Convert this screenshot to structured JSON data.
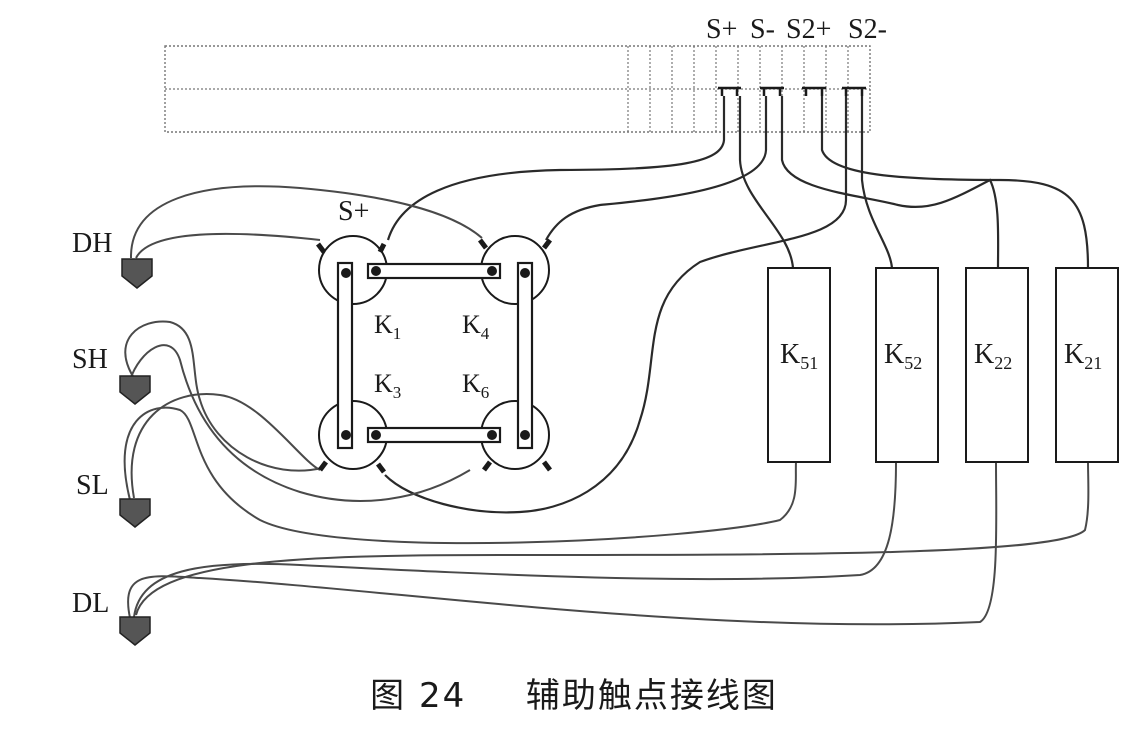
{
  "terminal_block": {
    "labels": [
      "S+",
      "S-",
      "S2+",
      "S2-"
    ]
  },
  "left_terminals": [
    "DH",
    "SH",
    "SL",
    "DL"
  ],
  "contacts": {
    "group_label": "S+",
    "k1": {
      "base": "K",
      "sub": "1"
    },
    "k4": {
      "base": "K",
      "sub": "4"
    },
    "k3": {
      "base": "K",
      "sub": "3"
    },
    "k6": {
      "base": "K",
      "sub": "6"
    }
  },
  "relays": [
    {
      "base": "K",
      "sub": "51"
    },
    {
      "base": "K",
      "sub": "52"
    },
    {
      "base": "K",
      "sub": "22"
    },
    {
      "base": "K",
      "sub": "21"
    }
  ],
  "caption": {
    "number": "图 24",
    "title": "辅助触点接线图"
  },
  "colors": {
    "line": "#2a2a2a",
    "terminal_fill": "#555555"
  }
}
